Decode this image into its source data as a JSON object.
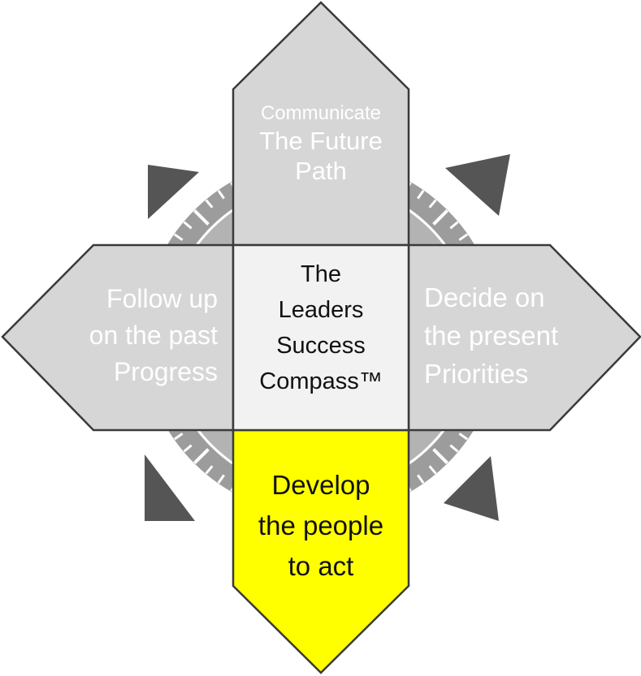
{
  "center": {
    "lines": [
      "The",
      "Leaders",
      "Success",
      "Compass™"
    ]
  },
  "north": {
    "small": "Communicate",
    "lines": [
      "The Future",
      "Path"
    ]
  },
  "west": {
    "lines": [
      "Follow up",
      "on the past",
      "Progress"
    ]
  },
  "east": {
    "lines": [
      "Decide on",
      "the present",
      "Priorities"
    ]
  },
  "south": {
    "lines": [
      "Develop",
      "the people",
      "to act"
    ]
  },
  "colors": {
    "arm_gray": "#d6d6d6",
    "arm_highlight": "#ffff00",
    "center_fill": "#f2f2f2",
    "ring": "#9c9c9c",
    "ring_inner": "#b3b3b3",
    "pointer": "#555555"
  }
}
